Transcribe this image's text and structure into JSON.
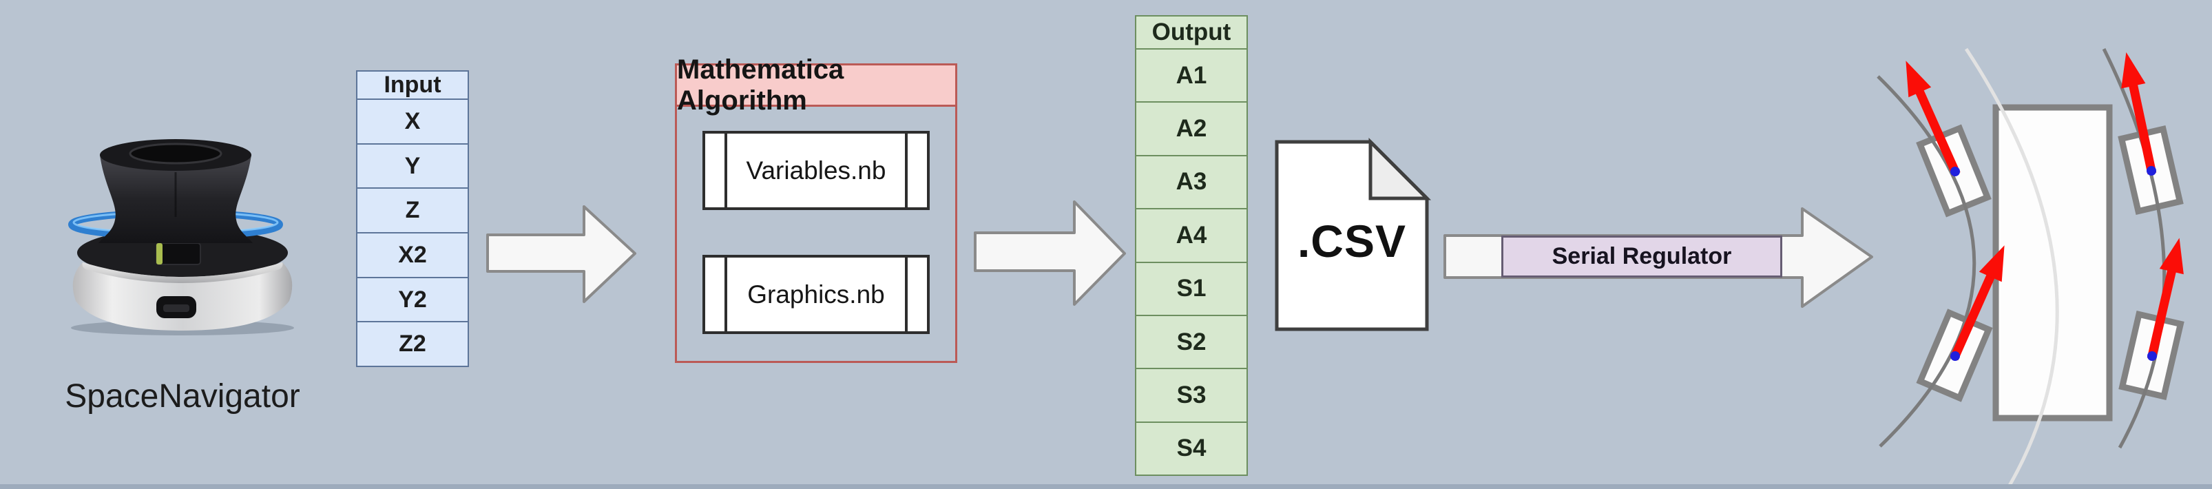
{
  "diagram": {
    "device": {
      "label": "SpaceNavigator"
    },
    "input_table": {
      "header": "Input",
      "rows": [
        "X",
        "Y",
        "Z",
        "X2",
        "Y2",
        "Z2"
      ]
    },
    "algorithm_box": {
      "title": "Mathematica Algorithm",
      "notebooks": [
        "Variables.nb",
        "Graphics.nb"
      ]
    },
    "output_table": {
      "header": "Output",
      "rows": [
        "A1",
        "A2",
        "A3",
        "A4",
        "S1",
        "S2",
        "S3",
        "S4"
      ]
    },
    "csv_file": {
      "label": ".CSV"
    },
    "serial_regulator": {
      "label": "Serial Regulator"
    },
    "colors": {
      "background": "#b9c4d1",
      "input_fill": "#dbe8fa",
      "input_stroke": "#5d7599",
      "output_fill": "#d7e8cf",
      "output_stroke": "#6d8f60",
      "algorithm_header_fill": "#f8cccb",
      "algorithm_stroke": "#bb5a56",
      "serial_fill": "#e2d6e8",
      "serial_stroke": "#665d73",
      "flow_arrow_fill": "#f7f7f7",
      "flow_arrow_stroke": "#8a8a8a",
      "wheel_stroke": "#828282",
      "thrust_arrow_red": "#fb0d07",
      "pivot_dot_blue": "#2020dd",
      "device_ring_blue": "#3d8fdd"
    }
  }
}
